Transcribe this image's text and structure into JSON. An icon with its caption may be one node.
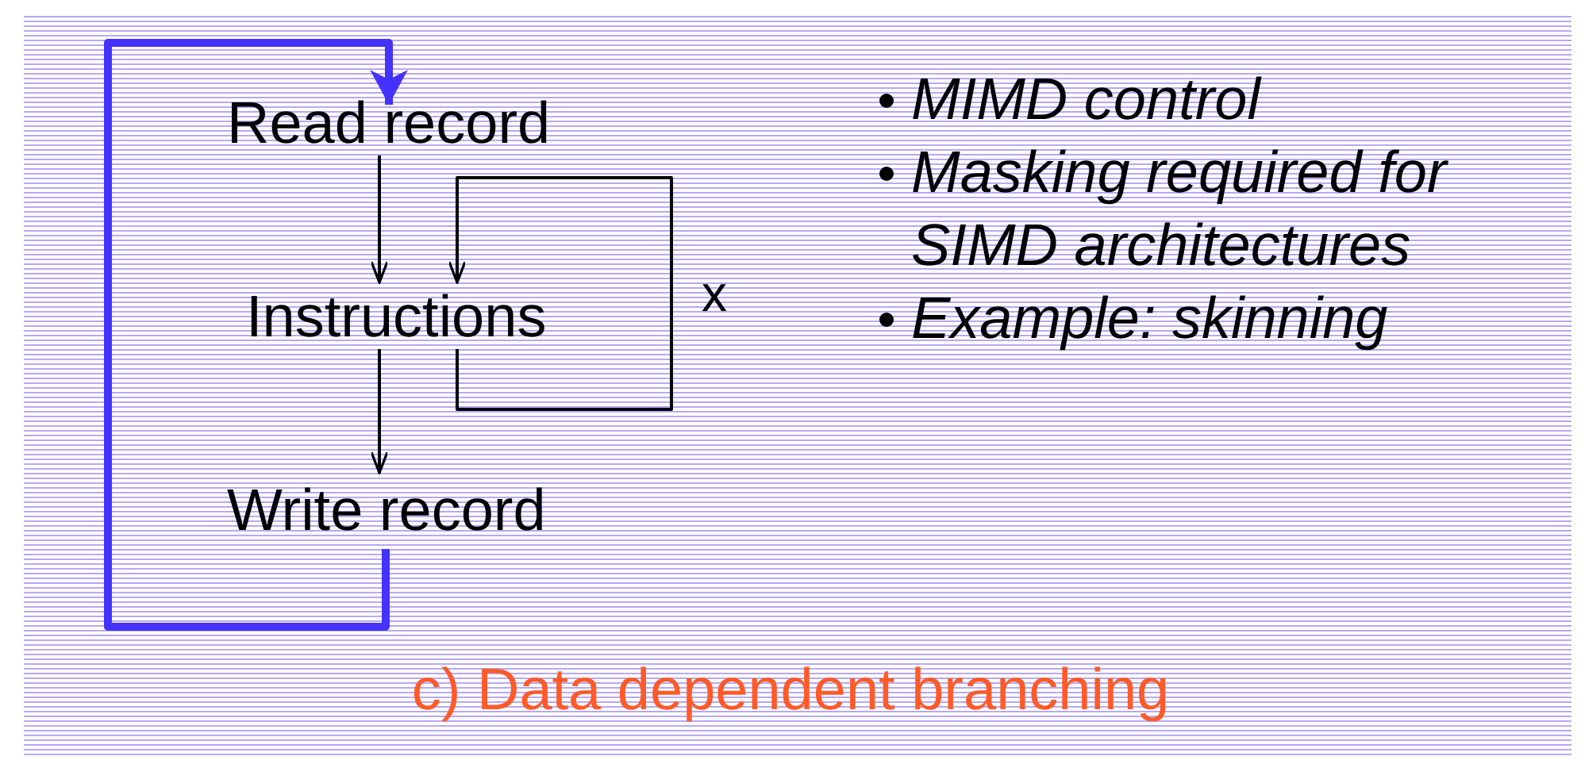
{
  "diagram": {
    "caption": "c) Data dependent branching",
    "nodes": [
      {
        "text": [
          "Read record"
        ]
      },
      {
        "text": [
          "Instructions"
        ]
      },
      {
        "text": [
          "Write record"
        ]
      }
    ],
    "edges": [
      {
        "from": 0,
        "to": 1,
        "arrow": "to"
      },
      {
        "from": 1,
        "to": 1,
        "arrow": "to",
        "label": "x"
      },
      {
        "from": 1,
        "to": 2,
        "arrow": "to"
      },
      {
        "from": 2,
        "to": 0,
        "arrow": "to",
        "style": "thick",
        "color": "#4433ff"
      }
    ],
    "labels": [
      "MIMD control",
      "Masking required for SIMD architectures",
      "Example: skinning"
    ]
  }
}
